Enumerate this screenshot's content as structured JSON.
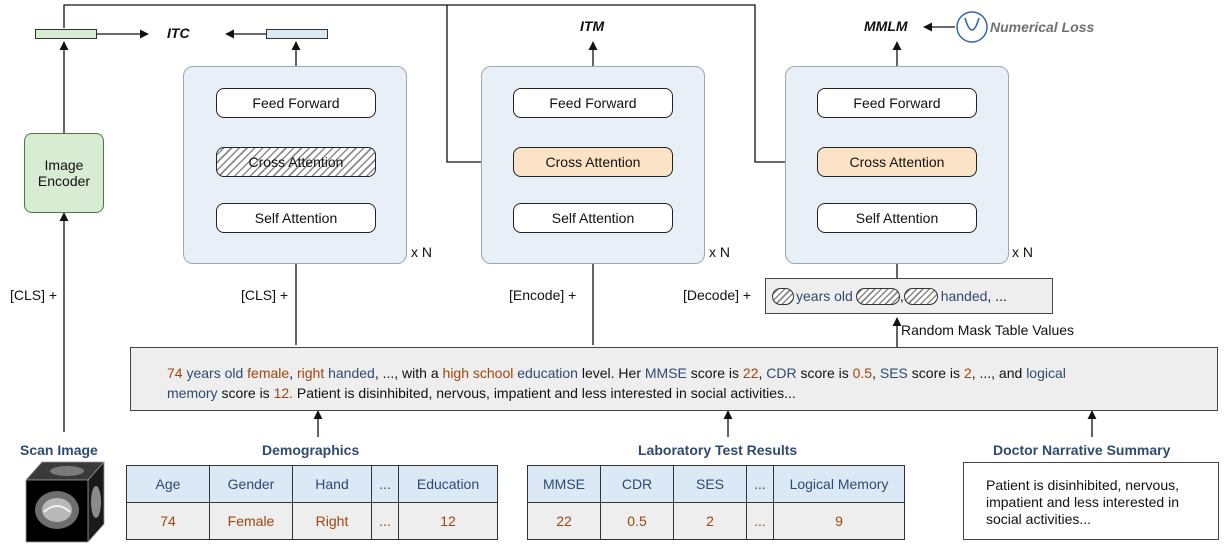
{
  "image_encoder": {
    "line1": "Image",
    "line2": "Encoder"
  },
  "heads": {
    "itc": "ITC",
    "itm": "ITM",
    "mmlm": "MMLM",
    "numerical_loss": "Numerical Loss"
  },
  "layers": {
    "feed_forward": "Feed Forward",
    "cross_attention": "Cross Attention",
    "self_attention": "Self Attention",
    "repeat": "x N"
  },
  "tokens": {
    "cls_image": "[CLS] +",
    "cls_text": "[CLS] +",
    "encode": "[Encode] +",
    "decode": "[Decode] +"
  },
  "masked_sequence": {
    "w1": "years old",
    "w2": "handed",
    "comma": ",",
    "ellipsis": ", ..."
  },
  "random_mask_label": "Random Mask Table Values",
  "text": {
    "t1": "74",
    "t2": " years old ",
    "t3": "female",
    "t4": ", ",
    "t5": "right",
    "t6": " ",
    "t7": "handed",
    "t8": ", ..., with a ",
    "t9": "high school",
    "t10": " ",
    "t11": "education",
    "t12": " level. Her ",
    "t13": "MMSE",
    "t14": " score is ",
    "t15": "22",
    "t16": ", ",
    "t17": "CDR",
    "t18": " score is ",
    "t19": "0.5",
    "t20": ", ",
    "t21": "SES",
    "t22": " score is ",
    "t23": "2",
    "t24": ", ..., and ",
    "t25": "logical",
    "t26": "memory",
    "t27": " score is ",
    "t28": "12.",
    "t29": " Patient is disinhibited, nervous, impatient and less interested in social activities..."
  },
  "scan_image_title": "Scan Image",
  "demographics": {
    "title": "Demographics",
    "headers": [
      "Age",
      "Gender",
      "Hand",
      "...",
      "Education"
    ],
    "values": [
      "74",
      "Female",
      "Right",
      "...",
      "12"
    ]
  },
  "lab": {
    "title": "Laboratory Test Results",
    "headers": [
      "MMSE",
      "CDR",
      "SES",
      "...",
      "Logical Memory"
    ],
    "values": [
      "22",
      "0.5",
      "2",
      "...",
      "9"
    ]
  },
  "narrative": {
    "title": "Doctor Narrative Summary",
    "line1": "Patient is disinhibited, nervous,",
    "line2": "impatient and less interested in",
    "line3": "social activities..."
  }
}
